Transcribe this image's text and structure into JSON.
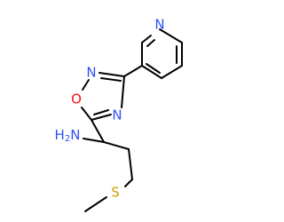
{
  "molecule": {
    "atoms": {
      "N_pyridine": {
        "label": "N",
        "color": "#3050f8"
      },
      "N_oxadiazole_top": {
        "label": "N",
        "color": "#3050f8"
      },
      "O_oxadiazole": {
        "label": "O",
        "color": "#ff0d0d"
      },
      "N_oxadiazole_bottom": {
        "label": "N",
        "color": "#3050f8"
      },
      "amine": {
        "label": "H2N",
        "color": "#3050f8"
      },
      "sulfur": {
        "label": "S",
        "color": "#c9a000"
      }
    },
    "bond_color": "#000000"
  }
}
